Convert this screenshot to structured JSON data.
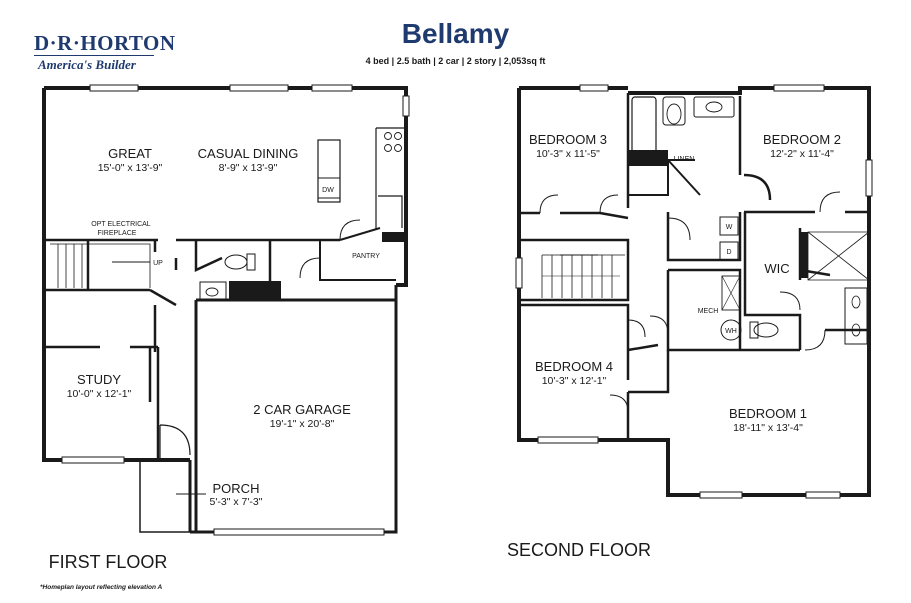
{
  "brand": {
    "name": "D·R·HORTON",
    "tagline": "America's Builder"
  },
  "plan": {
    "title": "Bellamy",
    "specs": "4 bed | 2.5 bath  | 2 car  |  2 story | 2,053sq ft"
  },
  "first_floor": {
    "label": "FIRST FLOOR",
    "rooms": [
      {
        "name": "GREAT",
        "dims": "15'-0\" x 13'-9\""
      },
      {
        "name": "CASUAL DINING",
        "dims": "8'-9\" x 13'-9\""
      },
      {
        "name": "STUDY",
        "dims": "10'-0\" x 12'-1\""
      },
      {
        "name": "2 CAR GARAGE",
        "dims": "19'-1\" x 20'-8\""
      },
      {
        "name": "PORCH",
        "dims": "5'-3\" x 7'-3\""
      }
    ],
    "annotations": {
      "fireplace_line1": "OPT ELECTRICAL",
      "fireplace_line2": "FIREPLACE",
      "stair": "UP",
      "pantry": "PANTRY",
      "dishwasher": "DW"
    }
  },
  "second_floor": {
    "label": "SECOND FLOOR",
    "rooms": [
      {
        "name": "BEDROOM 3",
        "dims": "10'-3\" x 11'-5\""
      },
      {
        "name": "BEDROOM 2",
        "dims": "12'-2\" x 11'-4\""
      },
      {
        "name": "BEDROOM 4",
        "dims": "10'-3\" x 12'-1\""
      },
      {
        "name": "BEDROOM 1",
        "dims": "18'-11\" x 13'-4\""
      }
    ],
    "annotations": {
      "linen": "LINEN",
      "wic": "WIC",
      "mech": "MECH",
      "washer": "W",
      "dryer": "D",
      "water_heater": "WH"
    }
  },
  "footnote": "*Homeplan layout reflecting elevation A"
}
